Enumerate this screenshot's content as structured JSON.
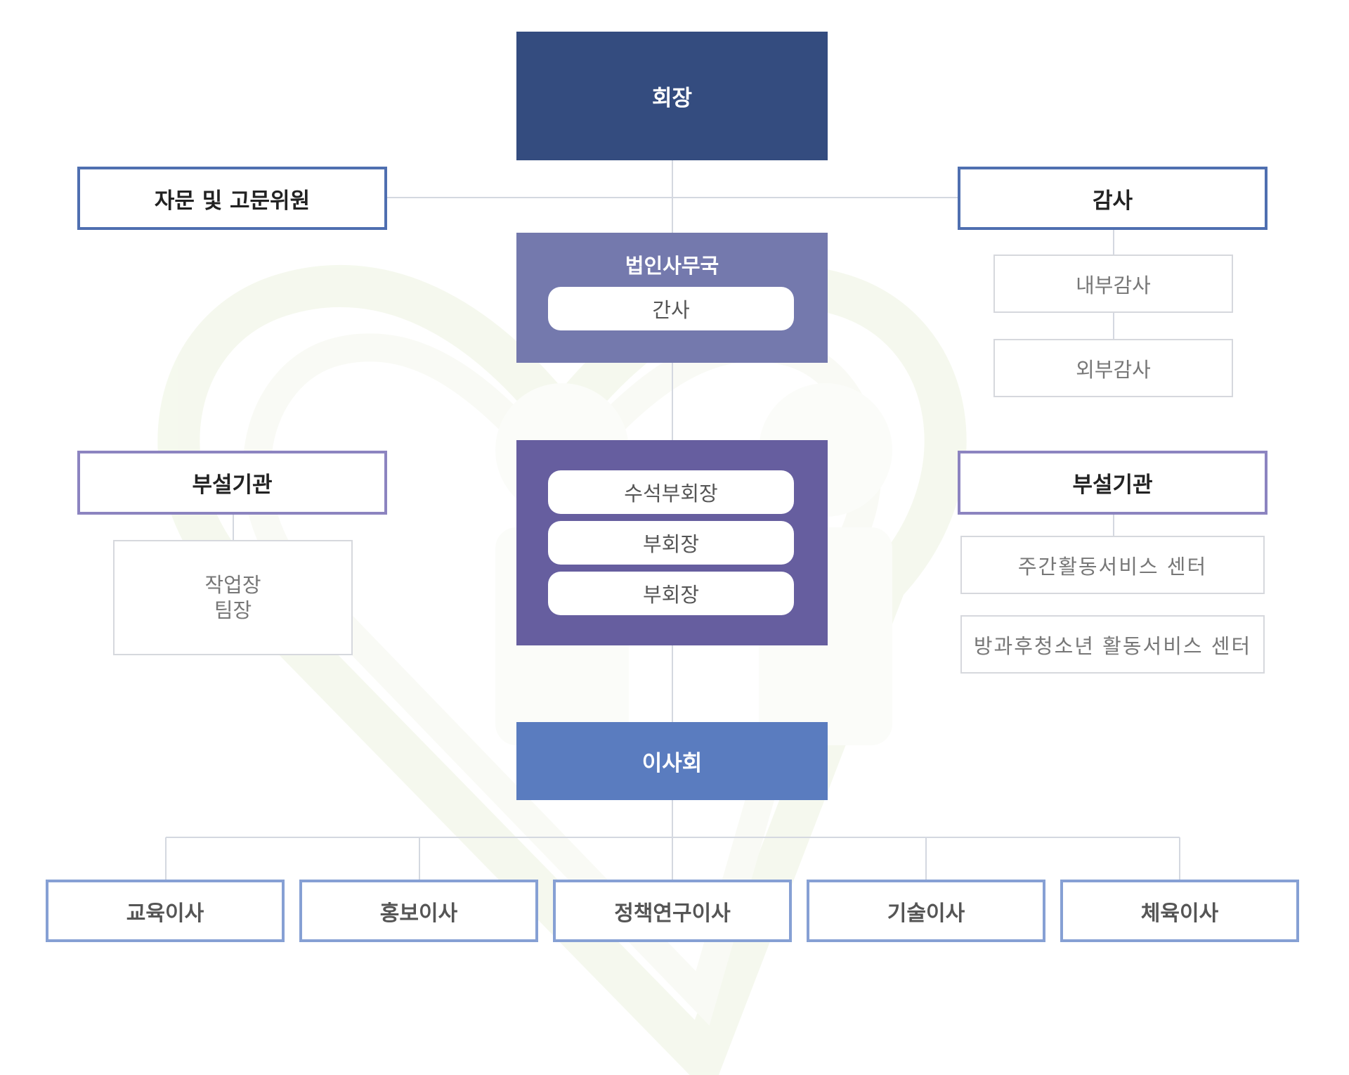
{
  "chairman": "회장",
  "advisory": "자문 및 고문위원",
  "audit": {
    "title": "감사",
    "items": [
      "내부감사",
      "외부감사"
    ]
  },
  "secretariat": {
    "title": "법인사무국",
    "secretary": "간사"
  },
  "vice_chairs": [
    "수석부회장",
    "부회장",
    "부회장"
  ],
  "affiliate_left": {
    "title": "부설기관",
    "workshop_line1": "작업장",
    "workshop_line2": "팀장"
  },
  "affiliate_right": {
    "title": "부설기관",
    "items": [
      "주간활동서비스 센터",
      "방과후청소년 활동서비스 센터"
    ]
  },
  "board": "이사회",
  "directors": [
    "교육이사",
    "홍보이사",
    "정책연구이사",
    "기술이사",
    "체육이사"
  ]
}
